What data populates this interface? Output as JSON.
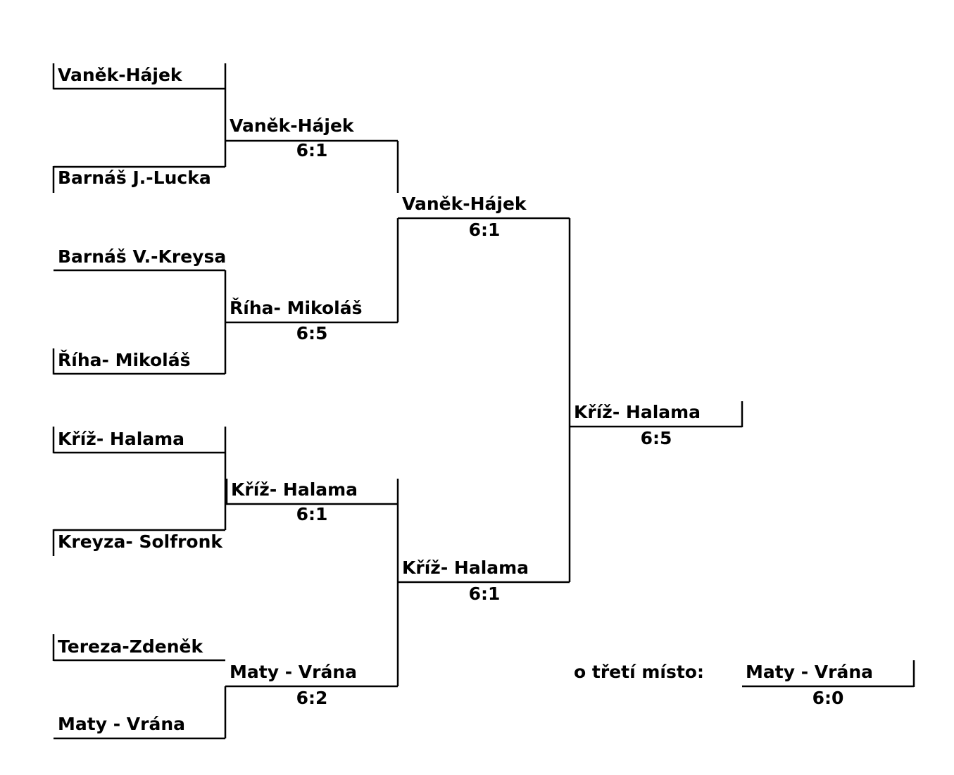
{
  "round1": [
    {
      "team": "Vaněk-Hájek"
    },
    {
      "team": "Barnáš J.-Lucka"
    },
    {
      "team": "Barnáš V.-Kreysa"
    },
    {
      "team": "Říha- Mikoláš"
    },
    {
      "team": "Kříž- Halama"
    },
    {
      "team": "Kreyza- Solfronk"
    },
    {
      "team": "Tereza-Zdeněk"
    },
    {
      "team": "Maty - Vrána"
    }
  ],
  "quarterfinals": [
    {
      "winner": "Vaněk-Hájek",
      "score": "6:1"
    },
    {
      "winner": "Říha- Mikoláš",
      "score": "6:5"
    },
    {
      "winner": "Kříž- Halama",
      "score": "6:1"
    },
    {
      "winner": "Maty - Vrána",
      "score": "6:2"
    }
  ],
  "semifinals": [
    {
      "winner": "Vaněk-Hájek",
      "score": "6:1"
    },
    {
      "winner": "Kříž- Halama",
      "score": "6:1"
    }
  ],
  "final": {
    "winner": "Kříž- Halama",
    "score": "6:5"
  },
  "third_place": {
    "label": "o třetí místo:",
    "winner": "Maty - Vrána",
    "score": "6:0"
  }
}
